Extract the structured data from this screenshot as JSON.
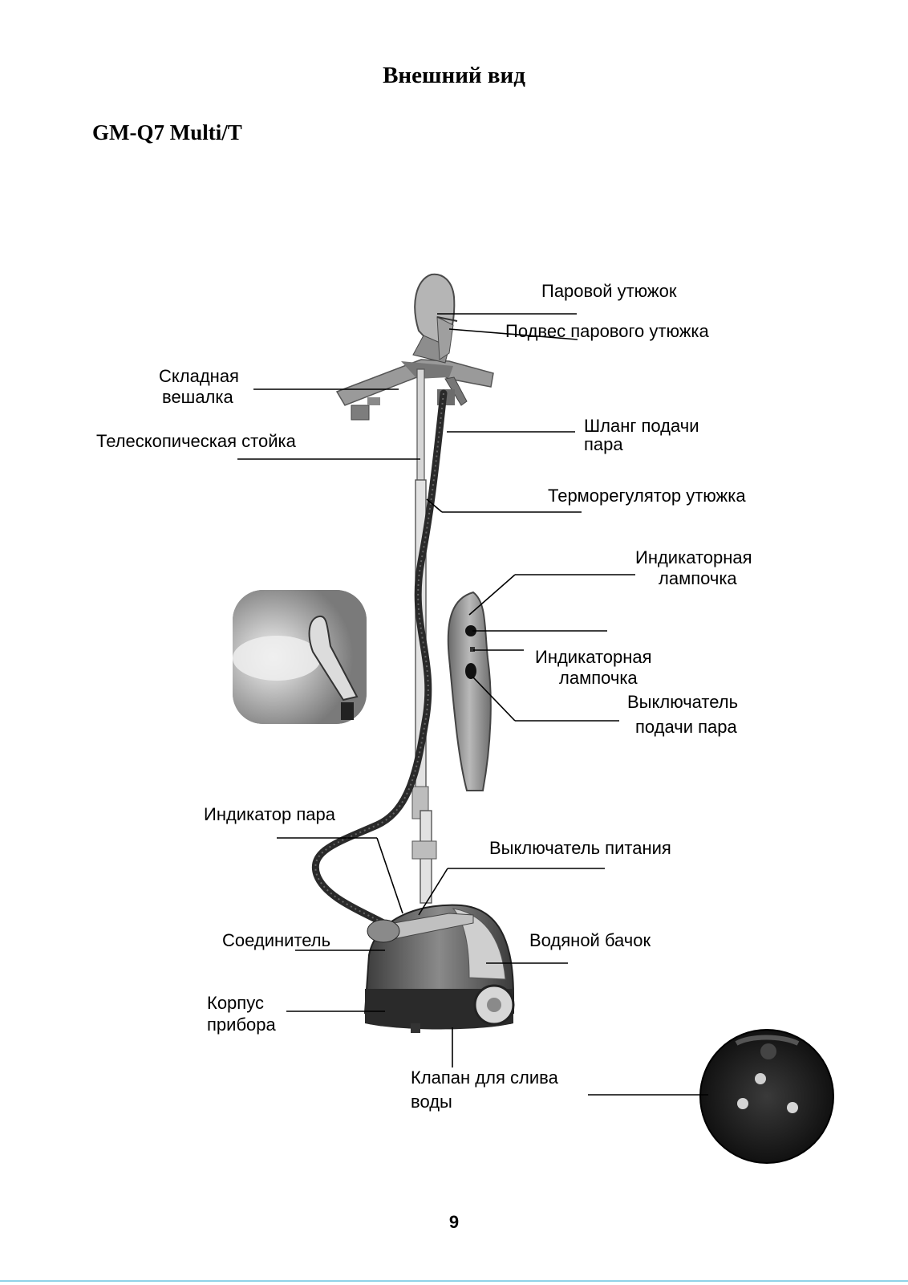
{
  "header": {
    "title": "Внешний вид",
    "model": "GM-Q7 Multi/T"
  },
  "labels": {
    "steam_iron": "Паровой утюжок",
    "iron_hanger": "Подвес парового утюжка",
    "folding_hanger_1": "Складная",
    "folding_hanger_2": "вешалка",
    "telescopic_pole": "Телескопическая стойка",
    "steam_hose_1": "Шланг подачи",
    "steam_hose_2": "пара",
    "iron_thermostat": "Терморегулятор утюжка",
    "indicator_lamp_1a": "Индикаторная",
    "indicator_lamp_1b": "лампочка",
    "indicator_lamp_2a": "Индикаторная",
    "indicator_lamp_2b": "лампочка",
    "steam_switch_1": "Выключатель",
    "steam_switch_2": "подачи пара",
    "steam_indicator": "Индикатор пара",
    "power_switch": "Выключатель питания",
    "connector": "Соединитель",
    "water_tank": "Водяной бачок",
    "body_1": "Корпус",
    "body_2": "прибора",
    "drain_valve_1": "Клапан для слива",
    "drain_valve_2": "воды"
  },
  "footer": {
    "page_number": "9"
  }
}
